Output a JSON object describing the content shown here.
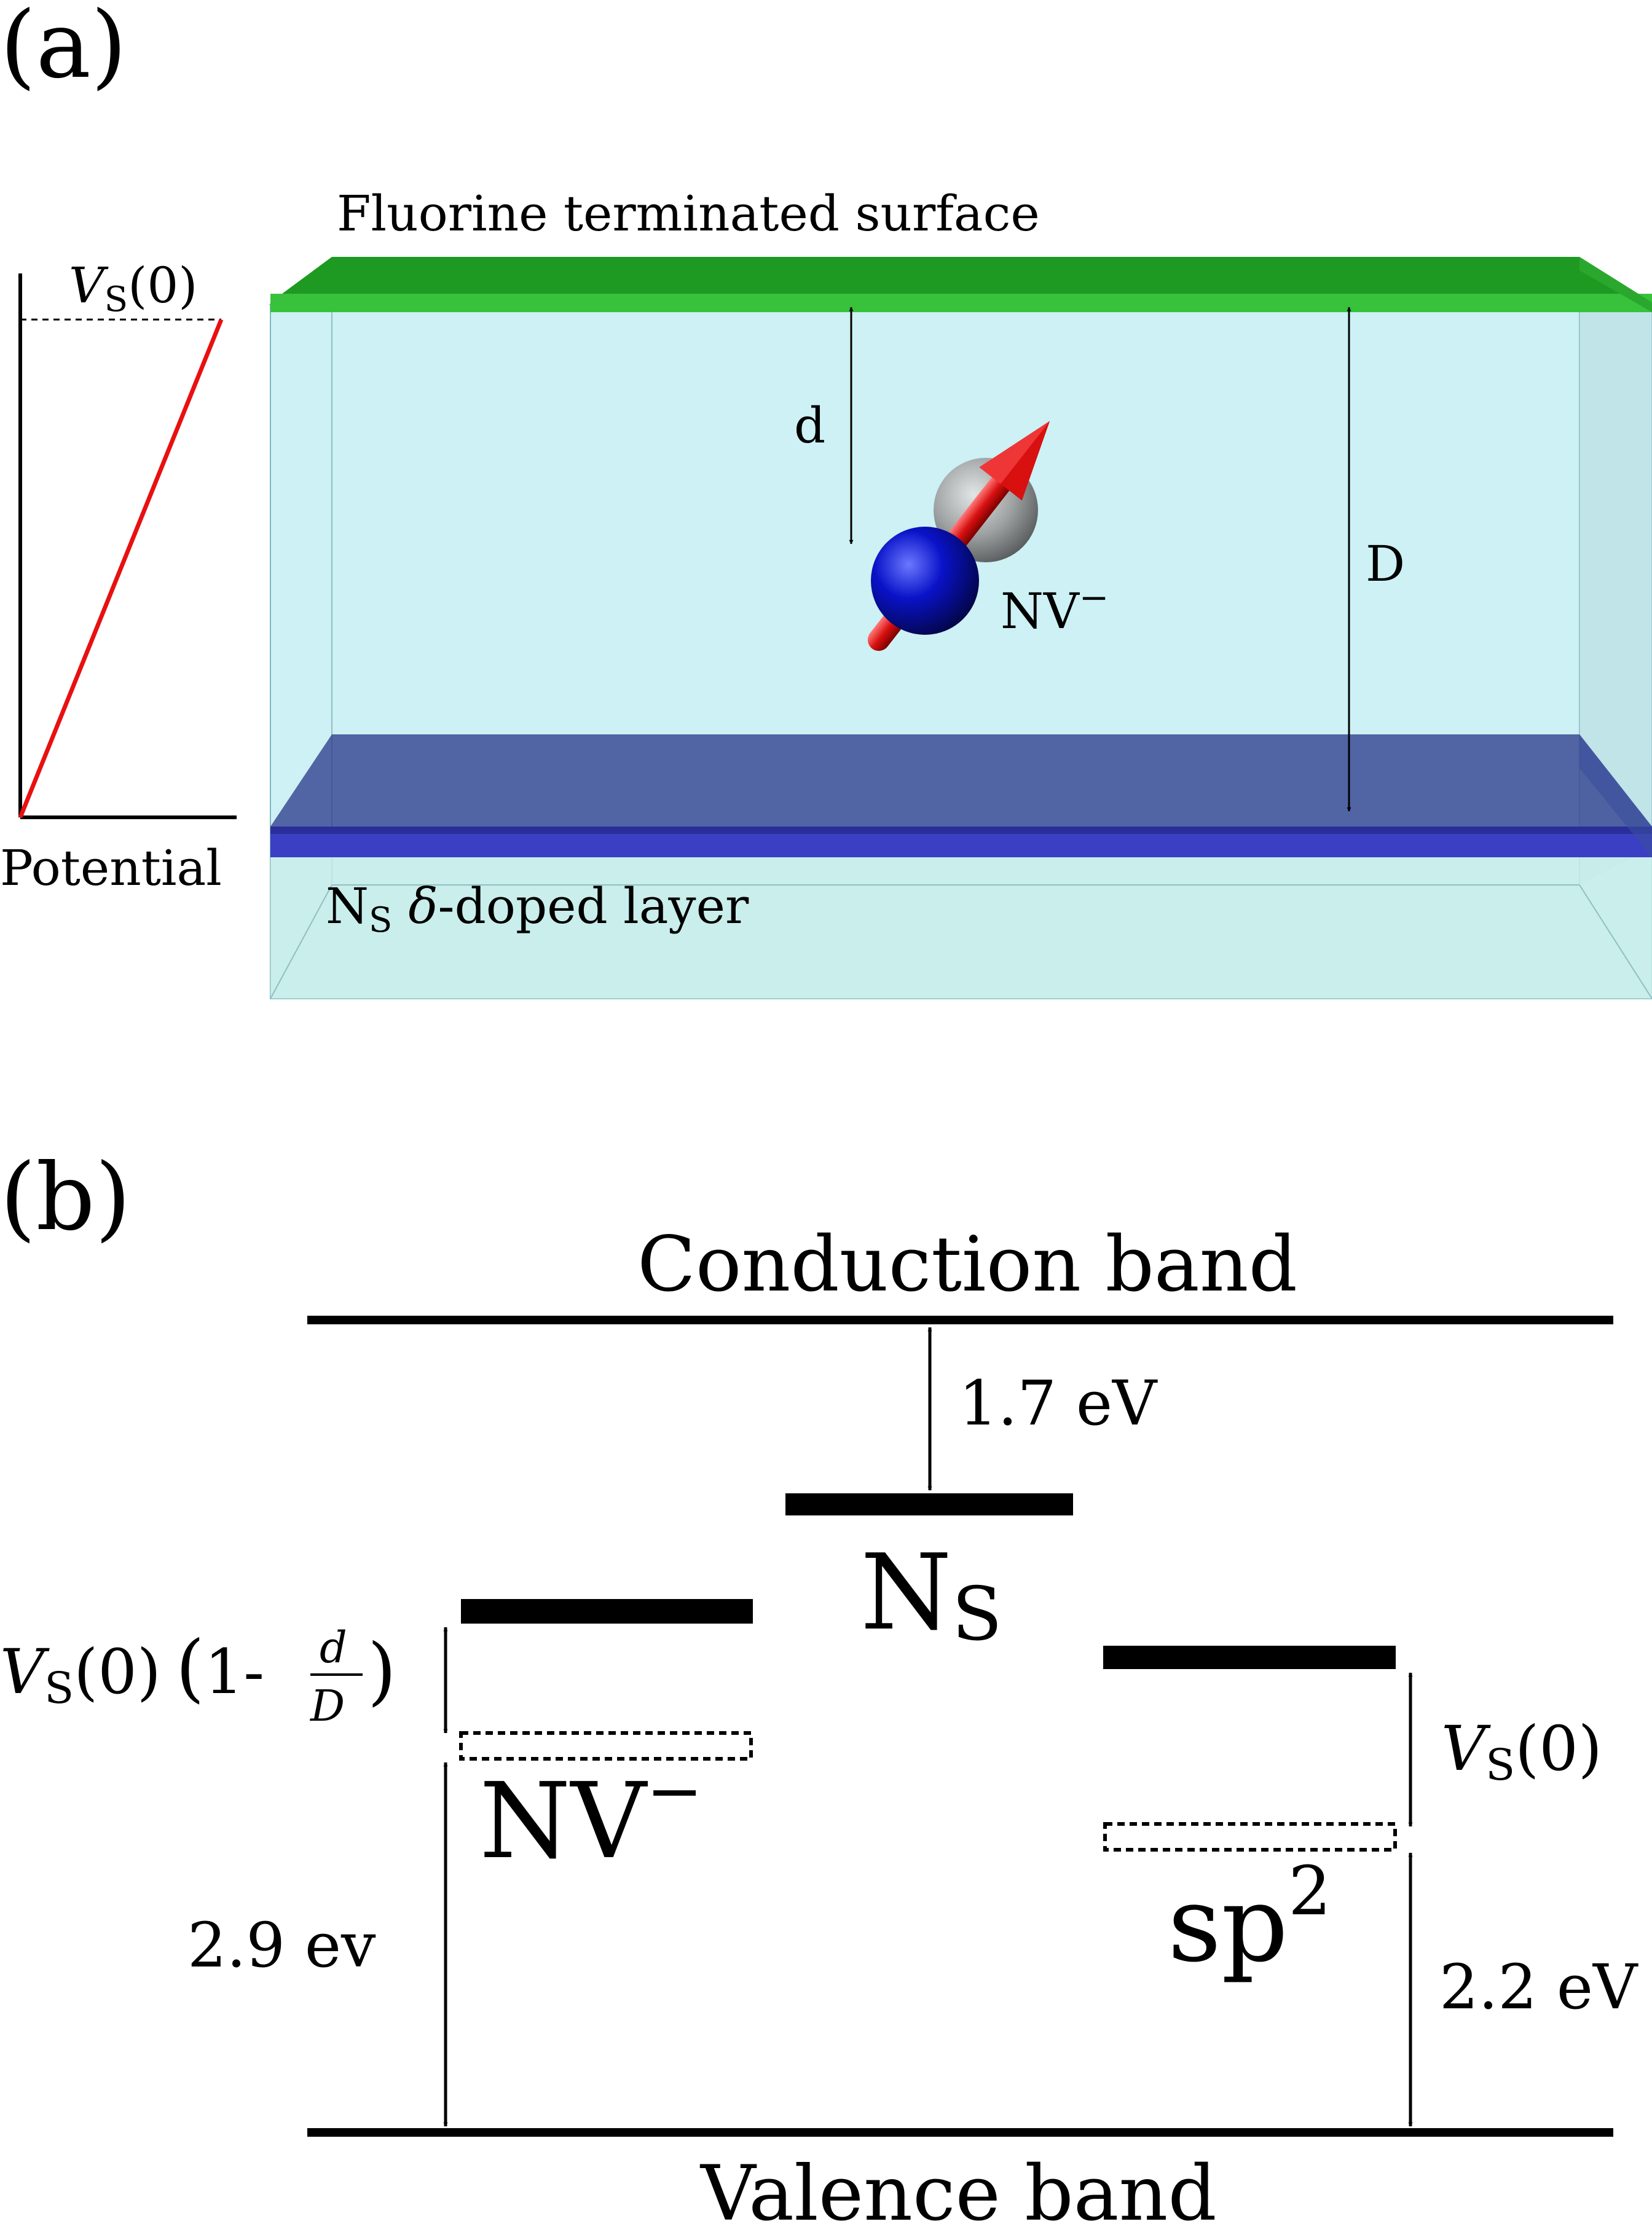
{
  "panel_a": {
    "label": "(a)",
    "surface_label": "Fluorine terminated surface",
    "potential": {
      "vs_symbol": "V",
      "vs_sub": "S",
      "vs_arg": "(0)",
      "axis_label": "Potential"
    },
    "d_label": "d",
    "D_label": "D",
    "nv_base": "NV",
    "nv_sup": "−",
    "layer": {
      "n": "N",
      "n_sub": "S",
      "delta": "δ",
      "rest": "-doped layer"
    },
    "colors": {
      "diamond": "#cdf1f4",
      "fluorine": "#2fb533",
      "doped": "#2e3c8c",
      "potential_line": "#e81010",
      "nitrogen": "#0a12c8",
      "vacancy": "#9a9a9a",
      "spin_arrow": "#d81010"
    }
  },
  "panel_b": {
    "label": "(b)",
    "conduction": "Conduction band",
    "valence": "Valence band",
    "gap_ns": "1.7 eV",
    "ns_base": "N",
    "ns_sub": "S",
    "nv_shift": {
      "v": "V",
      "sub": "S",
      "arg": "(0)",
      "open": "(",
      "one": "1-",
      "num": "d",
      "den": "D",
      "close": ")"
    },
    "nv_base": "NV",
    "nv_sup": "−",
    "gap_nv": "2.9 ev",
    "sp2_shift": {
      "v": "V",
      "sub": "S",
      "arg": "(0)"
    },
    "sp2_base": "sp",
    "sp2_sup": "2",
    "gap_sp2": "2.2 eV"
  }
}
